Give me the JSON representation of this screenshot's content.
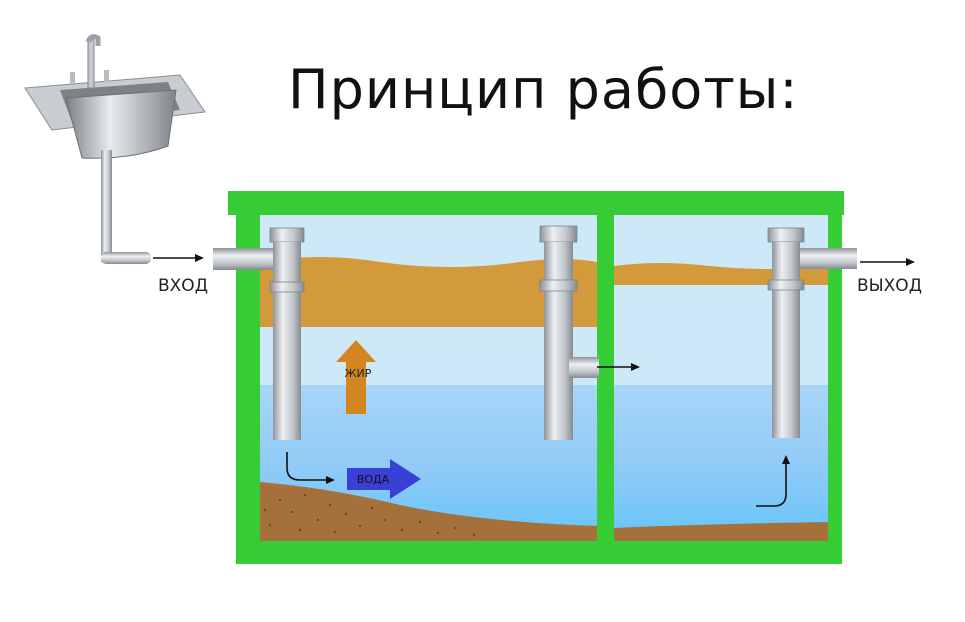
{
  "title": "Принцип работы:",
  "labels": {
    "inlet": "ВХОД",
    "outlet": "ВЫХОД",
    "fat": "ЖИР",
    "water": "ВОДА"
  },
  "colors": {
    "tank_wall": "#35cc35",
    "fat_layer": "#d29a3a",
    "light_water": "#cde9f7",
    "water": "#9fd0f5",
    "deep_water": "#63c4fb",
    "sludge": "#a5703a",
    "fat_arrow": "#d38620",
    "water_arrow": "#3a3fd6",
    "pipe": "#c5c8cc"
  },
  "icons": {
    "sink": "sink-icon"
  }
}
